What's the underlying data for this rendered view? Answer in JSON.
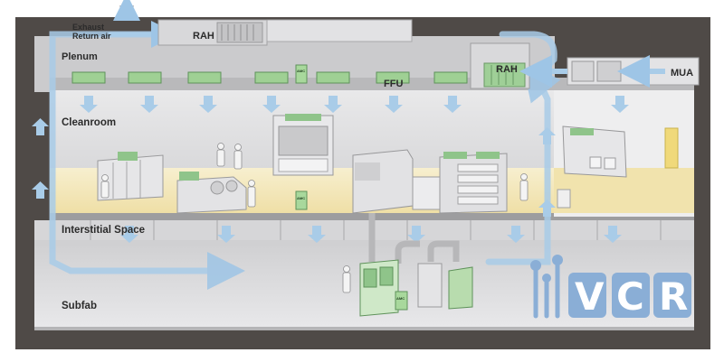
{
  "labels": {
    "exhaust": "Exhaust",
    "return_air": "Return air",
    "rah_top": "RAH",
    "rah_right": "RAH",
    "mua": "MUA",
    "plenum": "Plenum",
    "ffu": "FFU",
    "cleanroom": "Cleanroom",
    "interstitial": "Interstitial Space",
    "subfab": "Subfab",
    "amc": "AMC"
  },
  "logo": {
    "letters": [
      "V",
      "C",
      "R"
    ]
  },
  "colors": {
    "frame": "#4f4a47",
    "airflow": "#9ec5e6",
    "equipment_green": "#8fc48a",
    "cleanroom_floor": "#f3e7b8",
    "logo_blue": "#8aaed6"
  }
}
